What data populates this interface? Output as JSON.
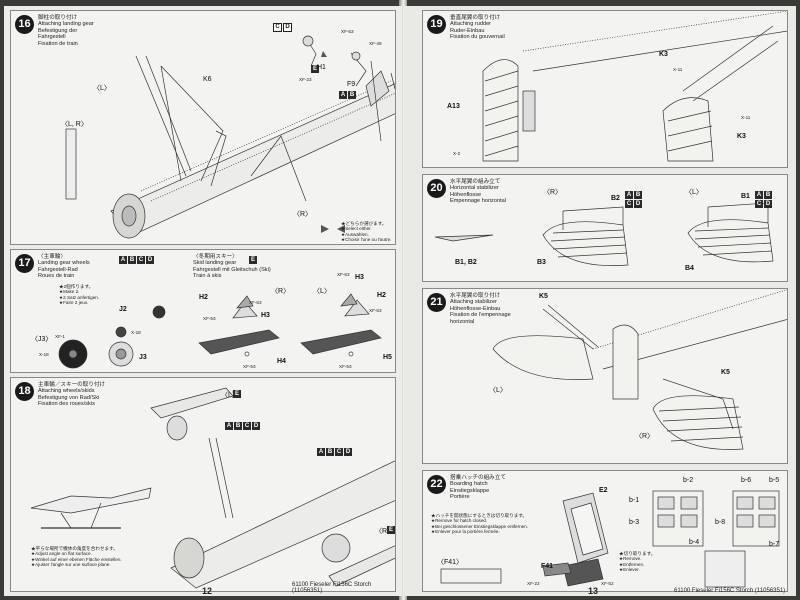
{
  "left_page": {
    "page_number": "12",
    "step16": {
      "number": "16",
      "title": [
        "脚柱の取り付け",
        "Attaching landing gear",
        "Befestigung der",
        "Fahrgestell",
        "Fixation de train"
      ],
      "labels": {
        "L": "〈L〉",
        "LR": "〈L, R〉",
        "R": "〈R〉",
        "K6": "K6",
        "E": "E",
        "H1": "H1",
        "F9": "F9",
        "XF53": "XF-53",
        "XF49": "XF-49",
        "XF23": "XF-23",
        "side": "〈L〉"
      },
      "boxes_cd": [
        "C",
        "D"
      ],
      "boxes_ab": [
        "A",
        "B"
      ],
      "notes": [
        "★どちらか選びます。",
        "★Select either.",
        "★Auswählen.",
        "★Choisir l'une ou l'autre."
      ]
    },
    "step17": {
      "number": "17",
      "title_a": [
        "〈主車輪〉",
        "Landing gear wheels",
        "Fahrgestell-Rad",
        "Roues de train"
      ],
      "boxes_a": [
        "A",
        "B",
        "C",
        "D"
      ],
      "notes": [
        "★2個作ります。",
        "★Make 2.",
        "★2 Satz anfertigen.",
        "★Faire 2 jeux."
      ],
      "title_b": [
        "〈冬期用スキー〉",
        "Skid landing gear",
        "Fahrgestell mit Gleitschuh (Ski)",
        "Train à skis"
      ],
      "box_b": [
        "E"
      ],
      "labels": {
        "J2": "J2",
        "J3": "J3",
        "J3p": "〈J3〉",
        "XF1": "XF-1",
        "X18": "X-18",
        "X18b": "X-18",
        "R": "〈R〉",
        "L": "〈L〉",
        "H2": "H2",
        "H3": "H3",
        "H2b": "H2",
        "H3b": "H3",
        "H4": "H4",
        "H5": "H5",
        "XF53a": "XF-53",
        "XF53b": "XF-53",
        "XF53c": "XF-53",
        "XF53d": "XF-53",
        "XF53e": "XF-53",
        "XF53f": "XF-53"
      }
    },
    "step18": {
      "number": "18",
      "title": [
        "主車輪／スキーの取り付け",
        "Attaching wheels/skids",
        "Befestigung von Rad/Ski",
        "Fixation des roues/skis"
      ],
      "labels": {
        "L": "〈L〉",
        "E1": "E",
        "R": "〈R〉",
        "E2": "E"
      },
      "boxes_1": [
        "A",
        "B",
        "C",
        "D"
      ],
      "boxes_2": [
        "A",
        "B",
        "C",
        "D"
      ],
      "notes": [
        "★平らな場所で機体の角度を合わせます。",
        "★Adjust angle on flat surface.",
        "★Winkel auf einer ebenen Fläche einstellen.",
        "★Ajuster l'angle sur une surface plane."
      ]
    },
    "footer": "61100  Fieseler Fi156C Storch (11056351)"
  },
  "right_page": {
    "page_number": "13",
    "step19": {
      "number": "19",
      "title": [
        "垂直尾翼の取り付け",
        "Attaching rudder",
        "Ruder-Einbau",
        "Fixation du gouvernail"
      ],
      "labels": {
        "A13": "A13",
        "X2": "X-2",
        "K3a": "K3",
        "K3b": "K3",
        "X11a": "X-11",
        "X11b": "X-11"
      }
    },
    "step20": {
      "number": "20",
      "title": [
        "水平尾翼の組み立て",
        "Horizontal stabilizer",
        "Höhenflosse",
        "Empennage horizontal"
      ],
      "labels": {
        "R": "〈R〉",
        "L": "〈L〉",
        "B2": "B2",
        "B1": "B1",
        "B1B2": "B1, B2",
        "B3": "B3",
        "B4": "B4"
      },
      "boxes_r": [
        "A",
        "B",
        "C",
        "D"
      ],
      "boxes_l": [
        "A",
        "B",
        "C",
        "D"
      ]
    },
    "step21": {
      "number": "21",
      "title": [
        "水平尾翼の取り付け",
        "Attaching stabilizer",
        "Höhenflosse-Einbau",
        "Fixation de l'empennage",
        "horizontal"
      ],
      "labels": {
        "K5a": "K5",
        "K5b": "K5",
        "L": "〈L〉",
        "R": "〈R〉"
      }
    },
    "step22": {
      "number": "22",
      "title": [
        "搭乗ハッチの組み立て",
        "Boarding hatch",
        "Einstiegsklappe",
        "Portière"
      ],
      "notes": [
        "★ハッチを開状態にするときは切り取ります。",
        "★Remove for hatch closed.",
        "★Bei geschlossener Einstiegsklappe entfernen.",
        "★Enlever pour la portière fermée."
      ],
      "labels": {
        "E2": "E2",
        "F41": "F41",
        "F41p": "〈F41〉",
        "XF22": "XF-22",
        "XF52": "XF-52",
        "b1": "b-1",
        "b2": "b-2",
        "b3": "b-3",
        "b4": "b-4",
        "b5": "b-5",
        "b6": "b-6",
        "b7": "b-7",
        "b8": "b-8"
      },
      "cut_notes": [
        "★切り取ります。",
        "★Remove.",
        "★Entfernen.",
        "★Enlever."
      ]
    },
    "footer": "61100  Fieseler Fi156C Storch (11056351)"
  }
}
